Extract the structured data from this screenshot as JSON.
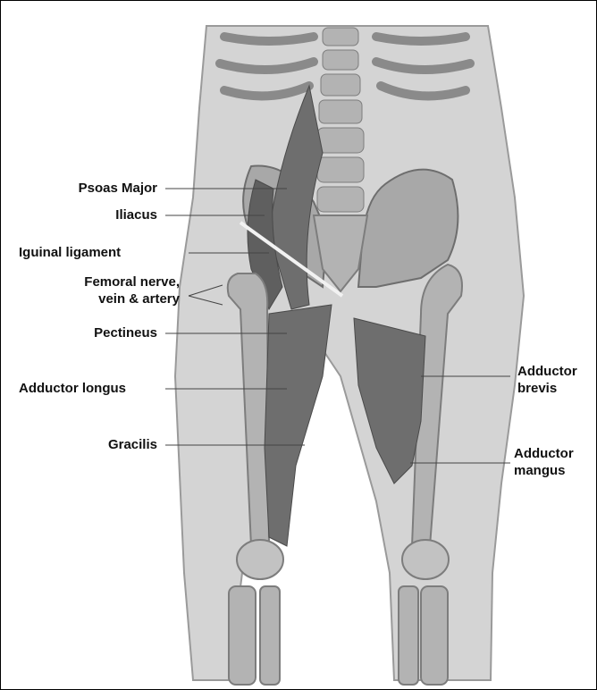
{
  "figure": {
    "colors": {
      "background": "#ffffff",
      "body_silhouette": "#d4d4d4",
      "body_outline": "#9a9a9a",
      "bone": "#b3b3b3",
      "bone_dark": "#7d7d7d",
      "muscle": "#6e6e6e",
      "muscle_dark": "#4a4a4a",
      "leader_line": "#444444",
      "text": "#111111"
    },
    "labels": {
      "psoas_major": "Psoas Major",
      "iliacus": "Iliacus",
      "inguinal_ligament": "Iguinal ligament",
      "femoral_line1": "Femoral nerve,",
      "femoral_line2": "vein & artery",
      "pectineus": "Pectineus",
      "adductor_longus": "Adductor longus",
      "gracilis": "Gracilis",
      "adductor_brevis_line1": "Adductor",
      "adductor_brevis_line2": "brevis",
      "adductor_magnus_line1": "Adductor",
      "adductor_magnus_line2": "mangus"
    }
  }
}
